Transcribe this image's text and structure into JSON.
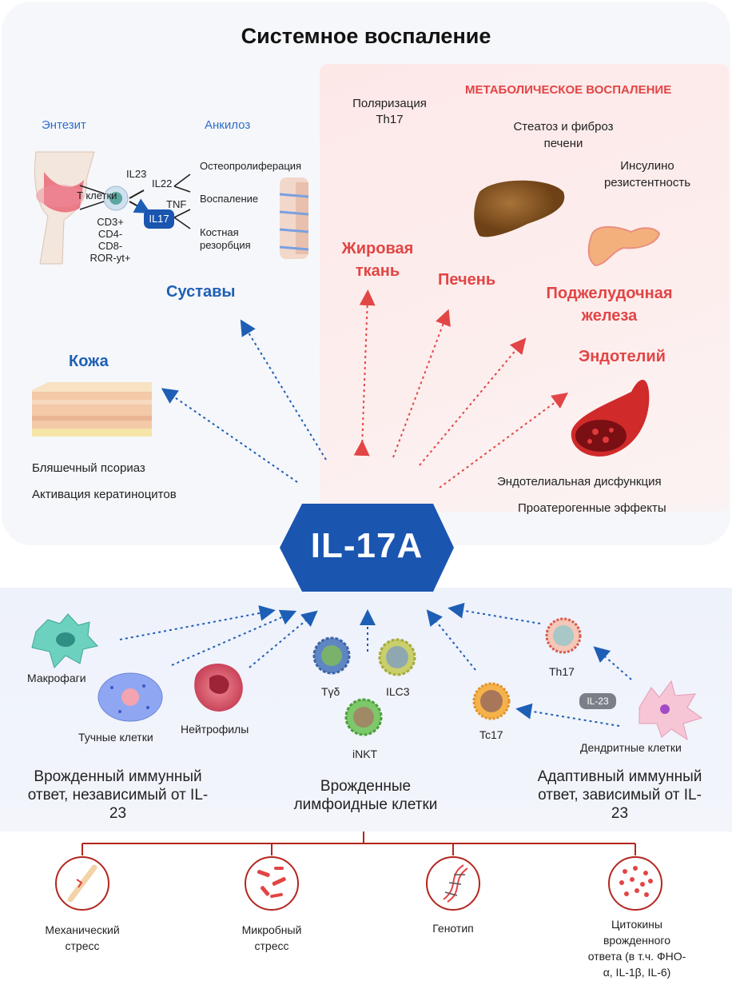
{
  "title": "Системное воспаление",
  "center_label": "IL-17A",
  "joints": {
    "enthesitis": "Энтезит",
    "ankylosis": "Анкилоз",
    "il23": "IL23",
    "t_cells": "T клетки",
    "markers": [
      "CD3+",
      "CD4-",
      "CD8-",
      "ROR-yt+"
    ],
    "il22": "IL22",
    "tnf": "TNF",
    "il17": "IL17",
    "effects": [
      "Остеопролиферация",
      "Воспаление",
      "Костная резорбция"
    ],
    "heading": "Суставы"
  },
  "skin": {
    "heading": "Кожа",
    "items": [
      "Бляшечный псориаз",
      "Активация кератиноцитов"
    ]
  },
  "metabolic": {
    "heading": "МЕТАБОЛИЧЕСКОЕ ВОСПАЛЕНИЕ",
    "th17_polarization": "Поляризация Th17",
    "steatosis": "Стеатоз и фиброз печени",
    "insulin": "Инсулино резистентность",
    "fat": "Жировая ткань",
    "liver": "Печень",
    "pancreas": "Поджелудочная железа",
    "endothelium": "Эндотелий",
    "endo_items": [
      "Эндотелиальная дисфункция",
      "Проатерогенные эффекты"
    ]
  },
  "cells": {
    "macrophages": "Макрофаги",
    "mast": "Тучные клетки",
    "neutrophils": "Нейтрофилы",
    "tgd": "Тγδ",
    "ilc3": "ILC3",
    "inkt": "iNKT",
    "th17": "Th17",
    "tc17": "Tc17",
    "il23_badge": "IL-23",
    "dendritic": "Дендритные клетки"
  },
  "groups": {
    "innate": "Врожденный иммунный ответ, независимый от IL-23",
    "lymphoid": "Врожденные лимфоидные клетки",
    "adaptive": "Адаптивный иммунный ответ, зависимый от IL-23"
  },
  "triggers": [
    "Механический стресс",
    "Микробный стресс",
    "Генотип",
    "Цитокины врожденного ответа (в т.ч.  ФНО-α, IL-1β, IL-6)"
  ],
  "colors": {
    "blue": "#1e5fb6",
    "red": "#e24545",
    "dark_red": "#b3261e"
  }
}
